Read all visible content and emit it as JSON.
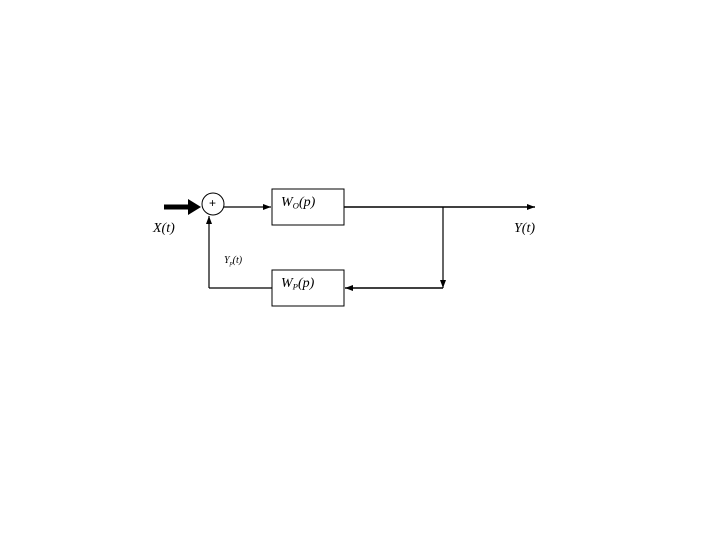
{
  "diagram": {
    "input_signal": "X(t)",
    "output_signal": "Y(t)",
    "feedback_signal": {
      "base": "Y",
      "sub": "p",
      "tail": "(t)"
    },
    "summing_junction_sign": "+",
    "forward_block": {
      "base": "W",
      "sub": "O",
      "tail": "(p)"
    },
    "feedback_block": {
      "base": "W",
      "sub": "P",
      "tail": "(p)"
    }
  }
}
